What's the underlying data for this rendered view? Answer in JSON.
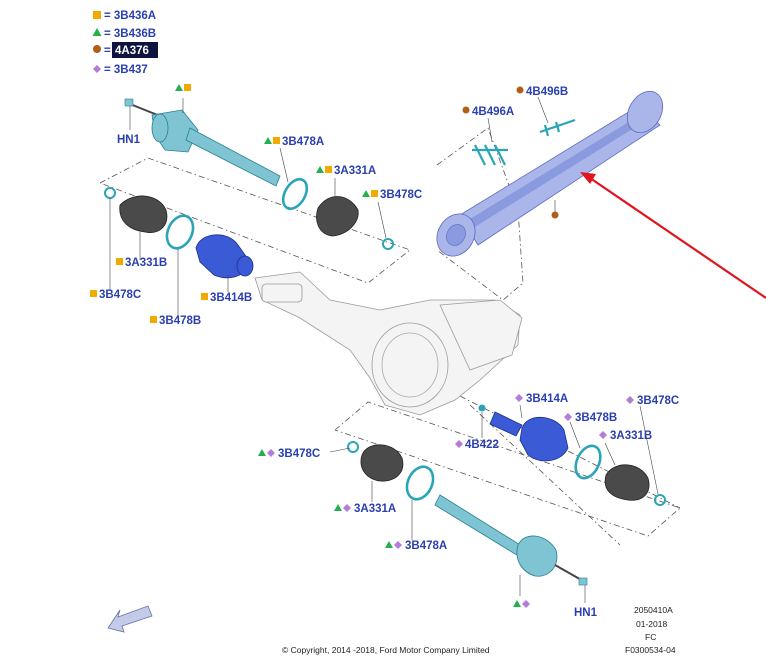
{
  "legend": [
    {
      "symbol": "square",
      "color": "#f2a900",
      "label": "= 3B436A"
    },
    {
      "symbol": "triangle",
      "color": "#23b14d",
      "label": "= 3B436B"
    },
    {
      "symbol": "circle",
      "color": "#b05f16",
      "label": "= ",
      "badge": "4A376"
    },
    {
      "symbol": "diamond",
      "color": "#b57bd9",
      "label": "= 3B437"
    }
  ],
  "labels": {
    "hn1_top": "HN1",
    "p3b478a_top": "3B478A",
    "p3a331a_top": "3A331A",
    "p3b478c_top": "3B478C",
    "p3a331b_left": "3A331B",
    "p3b478c_left": "3B478C",
    "p3b478b_left": "3B478B",
    "p3b414b": "3B414B",
    "p4b496a": "4B496A",
    "p4b496b": "4B496B",
    "p3b414a": "3B414A",
    "p3b478b_right": "3B478B",
    "p3b478c_right": "3B478C",
    "p3a331b_right": "3A331B",
    "p4b422": "4B422",
    "p3b478c_bottom": "3B478C",
    "p3a331a_bottom": "3A331A",
    "p3b478a_bottom": "3B478A",
    "hn1_bottom": "HN1"
  },
  "footer": {
    "copyright": "© Copyright, 2014 -2018, Ford Motor Company Limited",
    "code1": "2050410A",
    "code2": "01-2018",
    "code3": "FC",
    "code4": "F0300534-04"
  },
  "colors": {
    "label": "#2a3fb0",
    "square": "#f2a900",
    "triangle": "#23b14d",
    "circle": "#b05f16",
    "diamond": "#b57bd9",
    "arrow": "#e0141e",
    "teal": "#2aa5b8",
    "blue_part": "#3b5bd6"
  }
}
